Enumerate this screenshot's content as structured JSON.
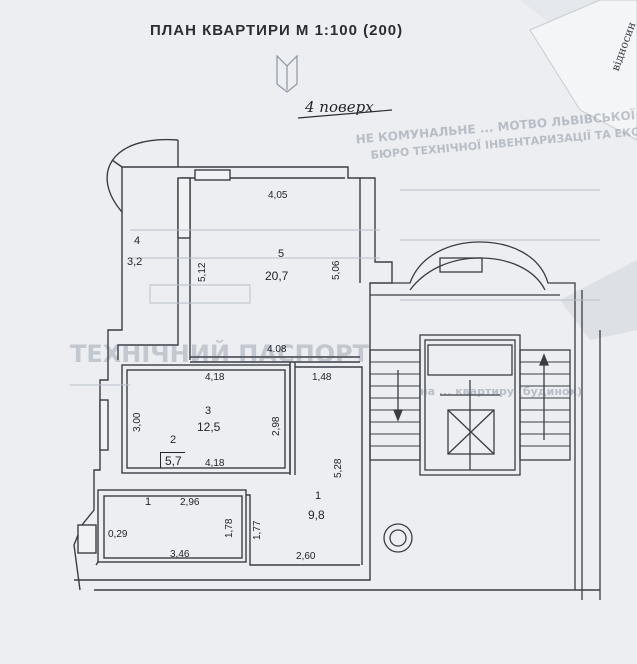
{
  "document": {
    "title": "ПЛАН КВАРТИРИ М 1:100 (200)",
    "floor_label": "4 поверх"
  },
  "background_text": {
    "line1": "НЕ КОМУНАЛЬНЕ ... МОТВО ЛЬВІВСЬКОЇ ОБЛАСНОЇ РА",
    "line2": "БЮРО ТЕХНІЧНОЇ ІНВЕНТАРИЗАЦІЇ ТА ЕКСПЕРТНОЇ ОЦІНКИ»",
    "stamp": "ТЕХНІЧНИЙ ПАСПОРТ",
    "stamp_sub": "на ... квартиру (будинок)",
    "side_tab": "відносин"
  },
  "rooms": [
    {
      "number": "1",
      "area": "9,8"
    },
    {
      "number": "2",
      "area": "5,7"
    },
    {
      "number": "3",
      "area": "12,5"
    },
    {
      "number": "4",
      "area": "3,2"
    },
    {
      "number": "5",
      "area": "20,7"
    }
  ],
  "dimensions": {
    "r5_top": "4,05",
    "r5_left": "5,12",
    "r5_right": "5,06",
    "r5_bottom": "4.08",
    "r3_top": "4,18",
    "r3_left": "3,00",
    "r3_right": "2,98",
    "r3_bottom": "4,18",
    "r1_top": "1,48",
    "r1_right": "5,28",
    "r1_bottom": "2,60",
    "r1_left": "1,77",
    "bath_top": "2,96",
    "bath_bottom": "3,46",
    "bath_right": "1,78",
    "bath_left": "0,29"
  }
}
